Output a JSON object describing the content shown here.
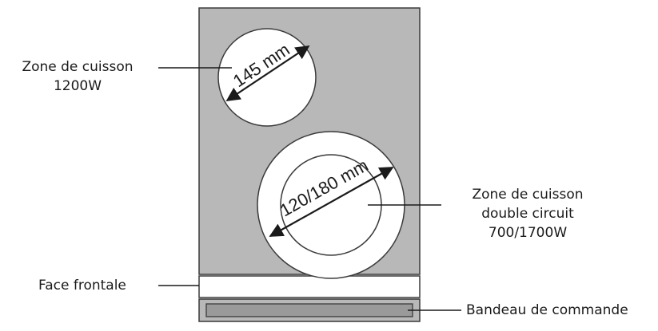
{
  "labels": {
    "zone_small": {
      "line1": "Zone de cuisson",
      "line2": "1200W"
    },
    "zone_large": {
      "line1": "Zone de cuisson",
      "line2": "double circuit",
      "line3": "700/1700W"
    },
    "face_frontale": "Face frontale",
    "bandeau": "Bandeau de commande"
  },
  "dimensions": {
    "small_zone": "145 mm",
    "large_zone": "120/180 mm"
  },
  "colors": {
    "cooktop": "#b8b8b8",
    "outline": "#3a3a3a",
    "zone_fill": "#ffffff",
    "text": "#1a1a1a"
  }
}
